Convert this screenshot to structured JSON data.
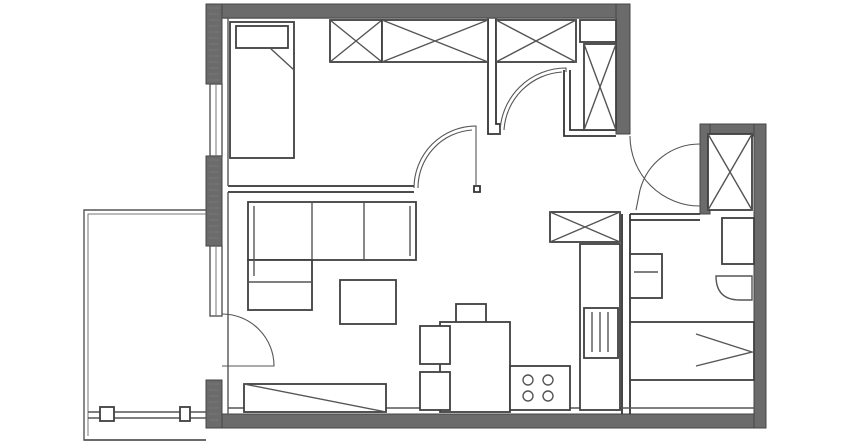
{
  "plan": {
    "rooms": [
      "bedroom",
      "hallway",
      "living-room",
      "kitchen",
      "bathroom",
      "balcony"
    ],
    "colors": {
      "wall": "#6b6b6b",
      "line": "#555555",
      "background": "#ffffff"
    }
  }
}
